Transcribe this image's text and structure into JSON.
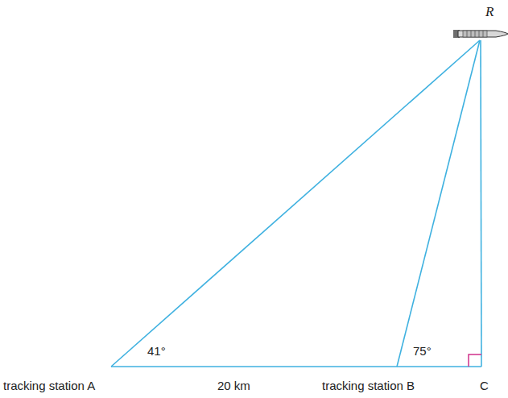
{
  "diagram": {
    "labels": [
      "R",
      "41°",
      "75°",
      "tracking station A",
      "20 km",
      "tracking station B",
      "C"
    ]
  }
}
